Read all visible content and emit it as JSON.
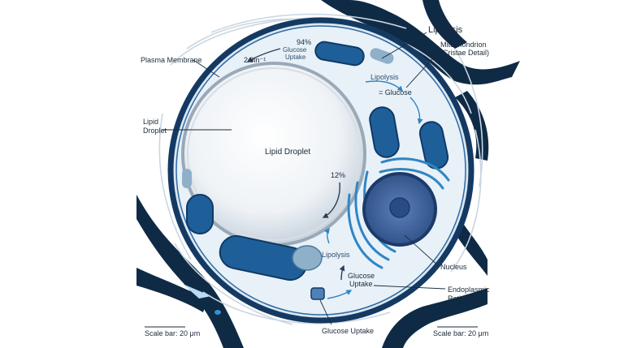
{
  "labels": {
    "plasma_membrane": "Plasma Membrane",
    "lipid_droplet_left_1": "Lipid",
    "lipid_droplet_left_2": "Droplet",
    "lipid_droplet_center": "Lipid Droplet",
    "lipolysis_top": "Lipolysis",
    "mitochondrion_1": "Mitochondrion",
    "mitochondrion_2": "(Cristae Detail)",
    "nucleus": "Nucleus",
    "er_1": "Endoplasmic",
    "er_2": "Reticulum",
    "glucose_uptake_bottom": "Glucose Uptake",
    "scale_left": "Scale bar: 20 μm",
    "scale_right": "Scale bar: 20 μm"
  },
  "inner": {
    "pct_94": "94%",
    "glucose_uptake_top_1": "Glucose",
    "glucose_uptake_top_2": "Uptake",
    "rate": "2.9in⁻¹",
    "lipolysis_mid": "Lipolysis",
    "glucose_mid": "= Glucose",
    "pct_12": "12%",
    "lipolysis_low": "Lipolysis",
    "glucose_uptake_low_1": "Glucose",
    "glucose_uptake_low_2": "Uptake"
  },
  "colors": {
    "membrane_dark": "#143a63",
    "cytoplasm": "#e8f1f8",
    "organelle": "#1f5f99",
    "accent_blue": "#2f86c4",
    "vessel": "#0f2a45"
  }
}
